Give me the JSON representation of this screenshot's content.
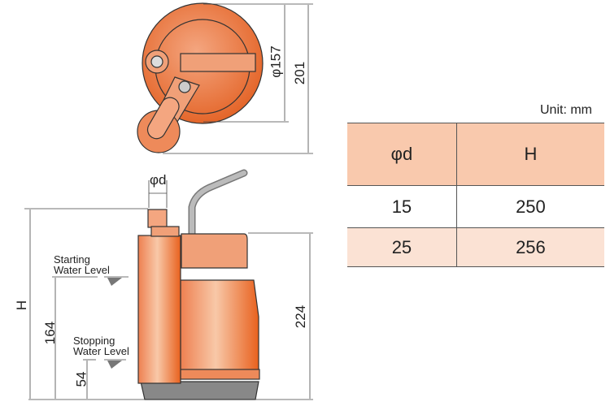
{
  "top_view": {
    "diameter_label": "φ157",
    "overall_label": "201"
  },
  "side_view": {
    "outlet_label": "φd",
    "height_label": "H",
    "starting_level_label": [
      "Starting",
      "Water Level"
    ],
    "stopping_level_label": [
      "Stopping",
      "Water Level"
    ],
    "starting_level_value": "164",
    "stopping_level_value": "54",
    "body_height_value": "224"
  },
  "table": {
    "unit": "Unit: mm",
    "headers": [
      "φd",
      "H"
    ],
    "rows": [
      [
        "15",
        "250"
      ],
      [
        "25",
        "256"
      ]
    ]
  },
  "colors": {
    "body": "#ee8a5a",
    "header": "#f9c9ad",
    "row_alt": "#fbe2d4"
  }
}
